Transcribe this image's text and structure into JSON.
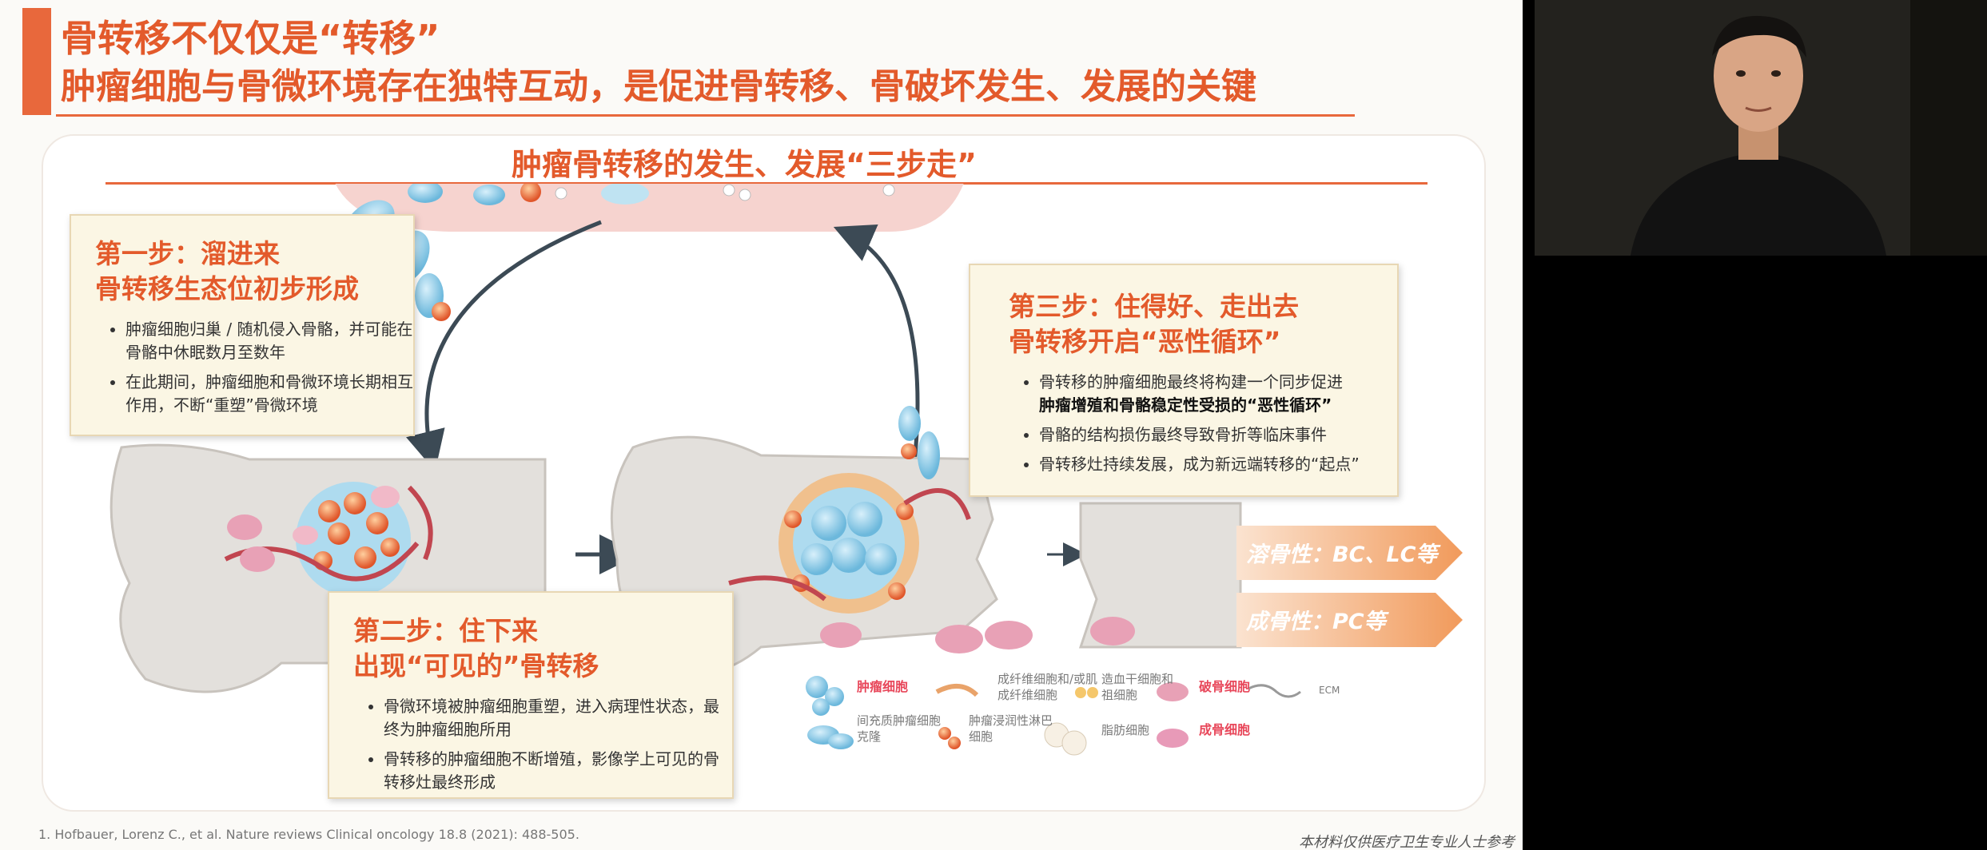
{
  "header": {
    "title_line1": "骨转移不仅仅是“转移”",
    "title_line2": "肿瘤细胞与骨微环境存在独特互动，是促进骨转移、骨破坏发生、发展的关键"
  },
  "subtitle": "肿瘤骨转移的发生、发展“三步走”",
  "step1": {
    "heading1": "第一步：溜进来",
    "heading2": "骨转移生态位初步形成",
    "bullets": [
      "肿瘤细胞归巢 / 随机侵入骨骼，并可能在骨骼中休眠数月至数年",
      "在此期间，肿瘤细胞和骨微环境长期相互作用，不断“重塑”骨微环境"
    ]
  },
  "step2": {
    "heading1": "第二步：住下来",
    "heading2": "出现“可见的”骨转移",
    "bullets": [
      "骨微环境被肿瘤细胞重塑，进入病理性状态，最终为肿瘤细胞所用",
      "骨转移的肿瘤细胞不断增殖，影像学上可见的骨转移灶最终形成"
    ]
  },
  "step3": {
    "heading1": "第三步：住得好、走出去",
    "heading2": "骨转移开启“恶性循环”",
    "bullet1_a": "骨转移的肿瘤细胞最终将构建一个同步促进",
    "bullet1_b": "肿瘤增殖和骨骼稳定性受损的“恶性循环”",
    "bullets_rest": [
      "骨骼的结构损伤最终导致骨折等临床事件",
      "骨转移灶持续发展，成为新远端转移的“起点”"
    ]
  },
  "outcomes": {
    "osteolytic": "溶骨性：BC、LC等",
    "osteoblastic": "成骨性：PC等"
  },
  "legend": {
    "tumor_cell": "肿瘤细胞",
    "fibroblast": "成纤维细胞和/或肌成纤维细胞",
    "hsc": "造血干细胞和祖细胞",
    "osteoclast": "破骨细胞",
    "ecm": "ECM",
    "mesenchymal": "间充质肿瘤细胞克隆",
    "lymphocyte": "肿瘤浸润性淋巴细胞",
    "adipocyte": "脂肪细胞",
    "osteoblast": "成骨细胞"
  },
  "footnote": "1. Hofbauer, Lorenz C., et al. Nature reviews Clinical oncology 18.8 (2021): 488-505.",
  "disclaimer": "本材料仅供医疗卫生专业人士参考",
  "colors": {
    "accent": "#e8683c",
    "tumor_cell": "#7fc6e6",
    "osteoclast": "#e8a1b6",
    "vessel": "#f3c7c3"
  }
}
